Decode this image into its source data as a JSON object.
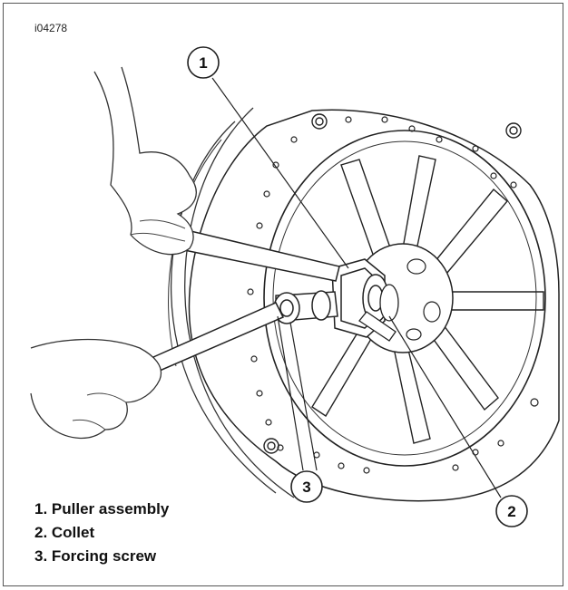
{
  "figure": {
    "id": "i04278",
    "callouts": [
      "1",
      "2",
      "3"
    ],
    "legend": [
      "1. Puller assembly",
      "2. Collet",
      "3. Forcing screw"
    ]
  }
}
